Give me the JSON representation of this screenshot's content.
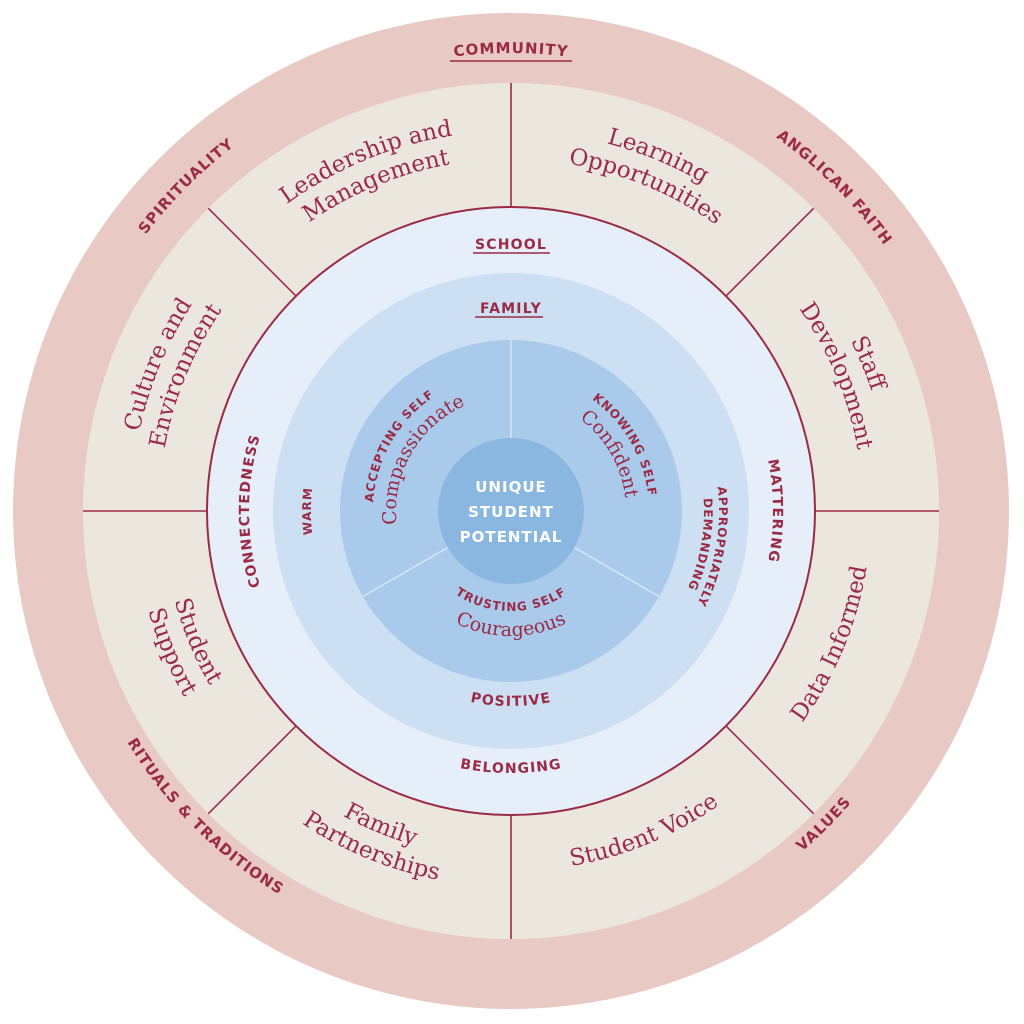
{
  "colors": {
    "accent": "#9b2a45",
    "outer_ring": "#e8c9c3",
    "sector_fill": "#ebe7df",
    "school_ring": "#e5eef9",
    "family_ring": "#cddff3",
    "self_ring": "#a9caea",
    "center": "#89b7e0",
    "center_text": "#ffffff"
  },
  "outer_ring": {
    "top": "COMMUNITY",
    "top_right": "ANGLICAN FAITH",
    "bottom_right": "VALUES",
    "bottom_left": "RITUALS & TRADITIONS",
    "top_left": "SPIRITUALITY"
  },
  "sectors": [
    {
      "lines": [
        "Learning",
        "Opportunities"
      ]
    },
    {
      "lines": [
        "Staff",
        "Development"
      ]
    },
    {
      "lines": [
        "Data Informed"
      ]
    },
    {
      "lines": [
        "Student Voice"
      ]
    },
    {
      "lines": [
        "Family",
        "Partnerships"
      ]
    },
    {
      "lines": [
        "Student",
        "Support"
      ]
    },
    {
      "lines": [
        "Culture and",
        "Environment"
      ]
    },
    {
      "lines": [
        "Leadership and",
        "Management"
      ]
    }
  ],
  "school_ring": {
    "title": "SCHOOL",
    "right": "MATTERING",
    "bottom": "BELONGING",
    "left": "CONNECTEDNESS"
  },
  "family_ring": {
    "title": "FAMILY",
    "right_line1": "APPROPRIATELY",
    "right_line2": "DEMANDING",
    "bottom": "POSITIVE",
    "left": "WARM"
  },
  "self_ring": [
    {
      "label": "KNOWING SELF",
      "trait": "Confident"
    },
    {
      "label": "TRUSTING SELF",
      "trait": "Courageous"
    },
    {
      "label": "ACCEPTING SELF",
      "trait": "Compassionate"
    }
  ],
  "center": {
    "line1": "UNIQUE",
    "line2": "STUDENT",
    "line3": "POTENTIAL"
  }
}
